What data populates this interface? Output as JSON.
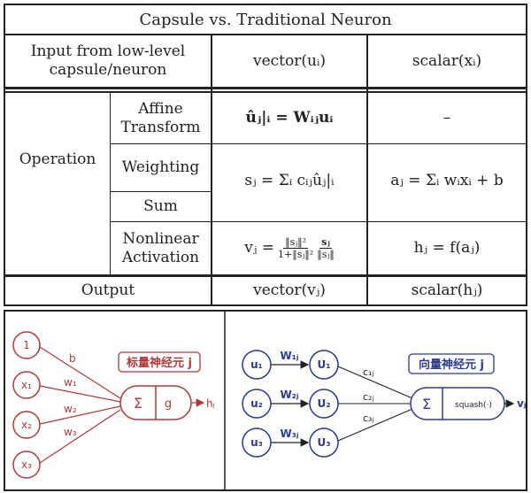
{
  "table": {
    "title": "Capsule vs. Traditional Neuron",
    "rows": {
      "input": {
        "label_line1": "Input from low-level",
        "label_line2": "capsule/neuron",
        "capsule": "vector(uᵢ)",
        "traditional": "scalar(xᵢ)"
      },
      "operation": {
        "label": "Operation",
        "affine": {
          "label_line1": "Affine",
          "label_line2": "Transform",
          "capsule": "ûⱼ|ᵢ = Wᵢⱼuᵢ",
          "traditional": "–"
        },
        "weighting": {
          "label": "Weighting",
          "capsule": "sⱼ = Σᵢ cᵢⱼûⱼ|ᵢ",
          "traditional": "aⱼ = Σᵢ wᵢxᵢ + b"
        },
        "sum": {
          "label": "Sum"
        },
        "nonlinear": {
          "label_line1": "Nonlinear",
          "label_line2": "Activation",
          "capsule_lhs": "vⱼ =",
          "capsule_frac1_num": "‖sⱼ‖²",
          "capsule_frac1_den": "1+‖sⱼ‖²",
          "capsule_frac2_num": "sⱼ",
          "capsule_frac2_den": "‖sⱼ‖",
          "traditional": "hⱼ = f(aⱼ)"
        }
      },
      "output": {
        "label": "Output",
        "capsule": "vector(vⱼ)",
        "traditional": "scalar(hⱼ)"
      }
    }
  },
  "scalar_neuron": {
    "title": "标量神经元 j",
    "inputs": [
      "1",
      "x₁",
      "x₂",
      "x₃"
    ],
    "weights": [
      "b",
      "w₁",
      "w₂",
      "w₃"
    ],
    "sum_symbol": "Σ",
    "activation": "g",
    "output": "hⱼ",
    "color": "#b03a3a"
  },
  "vector_neuron": {
    "title": "向量神经元 j",
    "inputs": [
      "u₁",
      "u₂",
      "u₃"
    ],
    "weights": [
      "W₁ⱼ",
      "W₂ⱼ",
      "W₃ⱼ"
    ],
    "predictions": [
      "U₁",
      "U₂",
      "U₃"
    ],
    "couplings": [
      "c₁ⱼ",
      "c₂ⱼ",
      "c₃ⱼ"
    ],
    "sum_symbol": "Σ",
    "activation": "squash(·)",
    "output": "vⱼ",
    "color": "#2b3b8f"
  }
}
